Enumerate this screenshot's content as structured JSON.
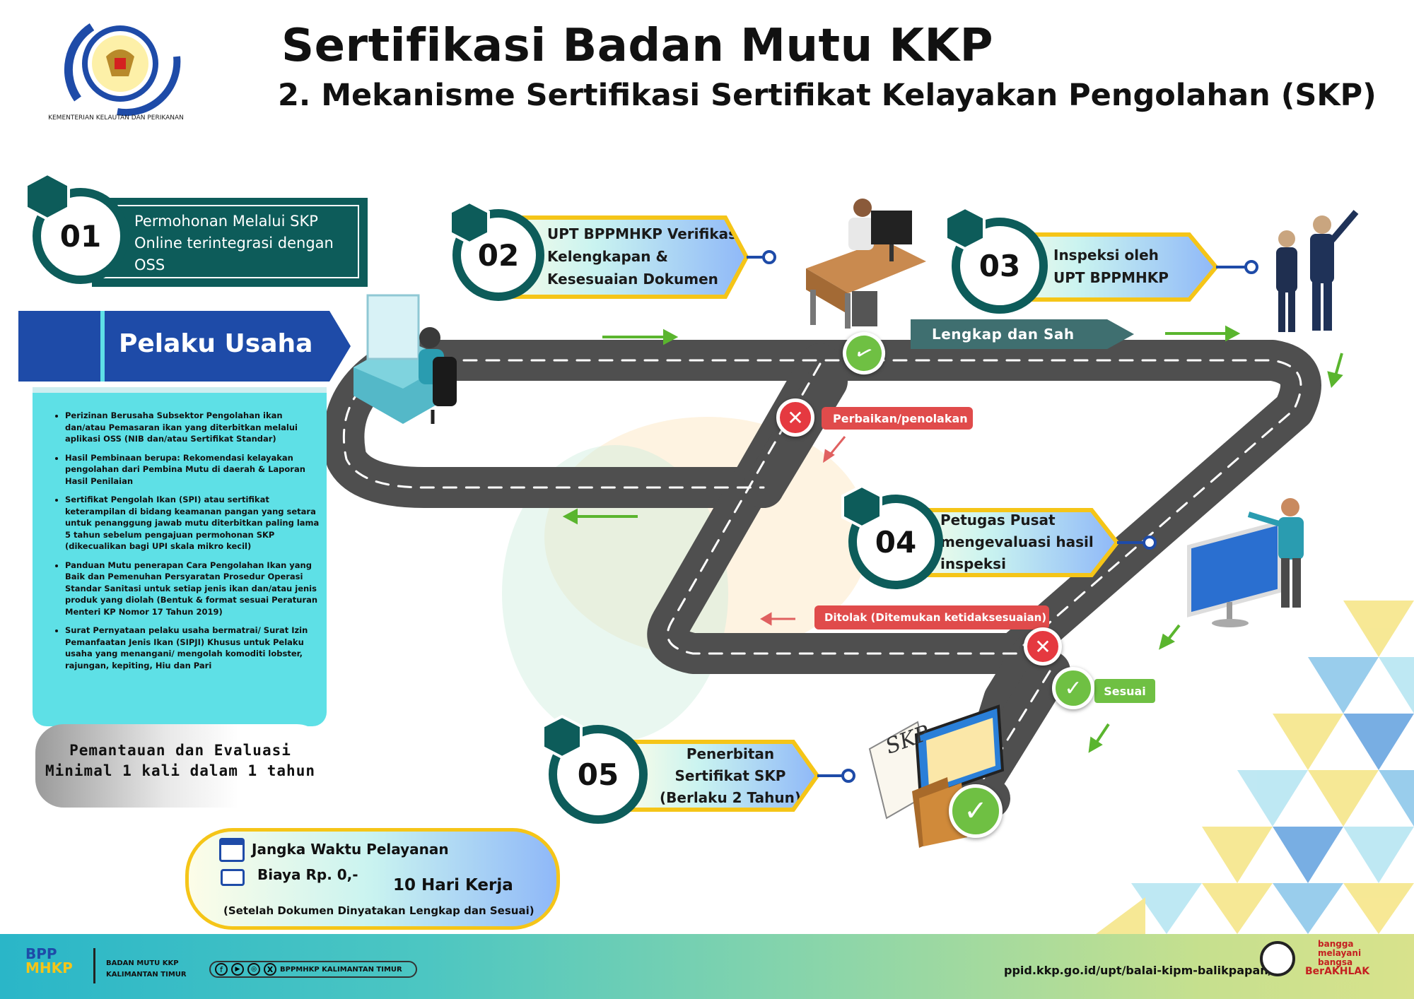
{
  "header": {
    "title": "Sertifikasi Badan Mutu KKP",
    "subtitle": "2. Mekanisme Sertifikasi Sertifikat Kelayakan Pengolahan (SKP)"
  },
  "logo": {
    "ring_text": "KEMENTERIAN KELAUTAN DAN PERIKANAN"
  },
  "steps": [
    {
      "number": "01",
      "label": "Permohonan Melalui SKP Online terintegrasi dengan OSS"
    },
    {
      "number": "02",
      "label": "UPT BPPMHKP Verifikasi Kelengkapan & Kesesuaian Dokumen"
    },
    {
      "number": "03",
      "label": "Inspeksi oleh UPT BPPMHKP"
    },
    {
      "number": "04",
      "label": "Petugas Pusat mengevaluasi hasil inspeksi"
    },
    {
      "number": "05",
      "label": "Penerbitan Sertifikat SKP (Berlaku 2 Tahun)"
    }
  ],
  "pelaku": {
    "title": "Pelaku Usaha",
    "requirements": [
      "Perizinan Berusaha Subsektor Pengolahan ikan dan/atau Pemasaran ikan yang diterbitkan melalui aplikasi OSS (NIB dan/atau Sertifikat Standar)",
      "Hasil Pembinaan berupa: Rekomendasi kelayakan pengolahan dari Pembina Mutu di daerah & Laporan Hasil Penilaian",
      "Sertifikat Pengolah Ikan (SPI) atau sertifikat keterampilan di bidang keamanan pangan yang setara untuk penanggung jawab mutu diterbitkan paling lama 5 tahun sebelum pengajuan permohonan SKP (dikecualikan bagi UPI skala mikro kecil)",
      "Panduan Mutu penerapan Cara Pengolahan Ikan yang Baik dan Pemenuhan Persyaratan Prosedur Operasi Standar Sanitasi untuk setiap jenis ikan dan/atau jenis produk yang diolah (Bentuk & format sesuai Peraturan Menteri KP Nomor 17 Tahun 2019)",
      "Surat Pernyataan pelaku usaha bermatrai/ Surat Izin Pemanfaatan Jenis Ikan (SIPJI) Khusus untuk Pelaku usaha yang menangani/ mengolah komoditi lobster, rajungan, kepiting, Hiu dan Pari"
    ],
    "monitoring_line1": "Pemantauan dan Evaluasi",
    "monitoring_line2": "Minimal 1 kali dalam 1 tahun"
  },
  "road_labels": {
    "complete": "Lengkap dan Sah",
    "repair": "Perbaikan/penolakan",
    "rejected": "Ditolak (Ditemukan ketidaksesuaian)",
    "appropriate": "Sesuai"
  },
  "certificate_text": "SKP",
  "service": {
    "time_label": "Jangka Waktu Pelayanan",
    "cost_label": "Biaya Rp. 0,-",
    "duration": "10 Hari Kerja",
    "note": "(Setelah Dokumen Dinyatakan Lengkap dan Sesuai)"
  },
  "footer": {
    "logo_line1": "BPP",
    "logo_line2": "MHKP",
    "org_line1": "BADAN MUTU KKP",
    "org_line2": "KALIMANTAN TIMUR",
    "social_handle": "BPPMHKP KALIMANTAN TIMUR",
    "url": "ppid.kkp.go.id/upt/balai-kipm-balikpapan/",
    "tagline_1": "bangga",
    "tagline_2": "melayani",
    "tagline_3": "bangsa",
    "berakhlak": "BerAKHLAK"
  },
  "colors": {
    "teal_dark": "#0d5c5a",
    "navy": "#1e4ba8",
    "cyan": "#5ee0e6",
    "gold": "#f5c518",
    "road": "#555555",
    "check_green": "#6fc043",
    "cross_red": "#e53940"
  }
}
